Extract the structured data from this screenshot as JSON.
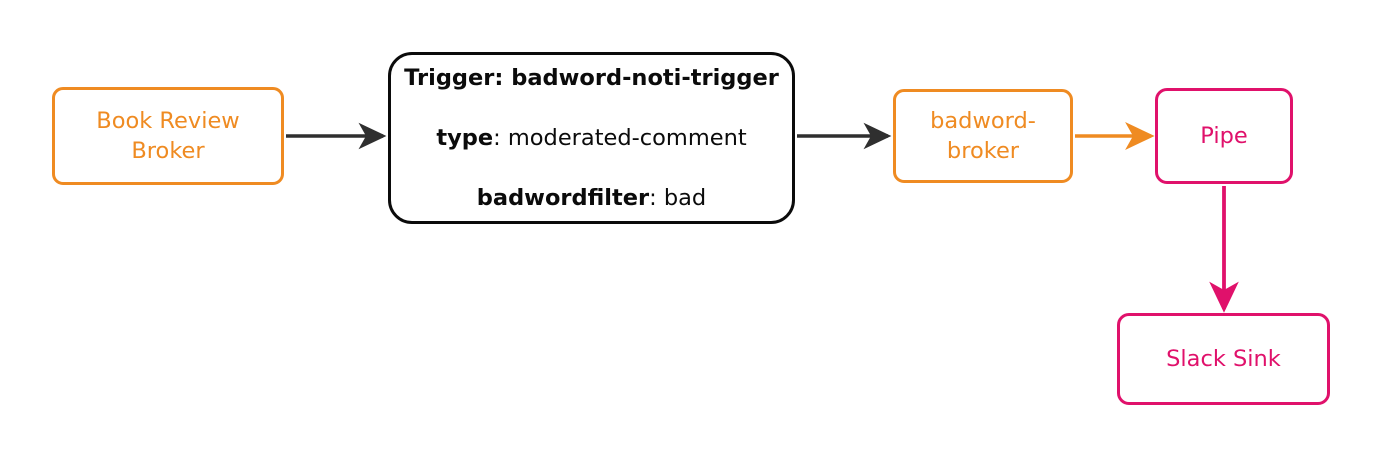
{
  "diagram": {
    "type": "flowchart",
    "direction": "left-to-right",
    "background_color": "#ffffff",
    "colors": {
      "broker_orange": "#EF8B22",
      "sink_crimson": "#E0116B",
      "trigger_black": "#0b0b0b",
      "arrow_dark": "#2f2f2f"
    },
    "nodes": {
      "book_review_broker": {
        "label": "Book Review\nBroker",
        "shape": "rounded-rectangle",
        "color": "#EF8B22"
      },
      "trigger": {
        "line1_key": "Trigger:",
        "line1_value": "badword-noti-trigger",
        "line2_key": "type",
        "line2_sep": ": ",
        "line2_value": "moderated-comment",
        "line3_key": "badwordfilter",
        "line3_sep": ": ",
        "line3_value": "bad",
        "shape": "rounded-rectangle",
        "color": "#0b0b0b"
      },
      "badword_broker": {
        "label": "badword-\nbroker",
        "shape": "rounded-rectangle",
        "color": "#EF8B22"
      },
      "pipe": {
        "label": "Pipe",
        "shape": "rounded-rectangle",
        "color": "#E0116B"
      },
      "slack_sink": {
        "label": "Slack Sink",
        "shape": "rounded-rectangle",
        "color": "#E0116B"
      }
    },
    "edges": [
      {
        "id": "edge-broker-to-trigger",
        "from": "book_review_broker",
        "to": "trigger",
        "color": "#2f2f2f",
        "orientation": "horizontal",
        "arrowhead": "end"
      },
      {
        "id": "edge-trigger-to-badword-broker",
        "from": "trigger",
        "to": "badword_broker",
        "color": "#2f2f2f",
        "orientation": "horizontal",
        "arrowhead": "end"
      },
      {
        "id": "edge-badword-broker-to-pipe",
        "from": "badword_broker",
        "to": "pipe",
        "color": "#EF8B22",
        "orientation": "horizontal",
        "arrowhead": "end"
      },
      {
        "id": "edge-pipe-to-slack-sink",
        "from": "pipe",
        "to": "slack_sink",
        "color": "#E0116B",
        "orientation": "vertical",
        "arrowhead": "end"
      }
    ]
  }
}
